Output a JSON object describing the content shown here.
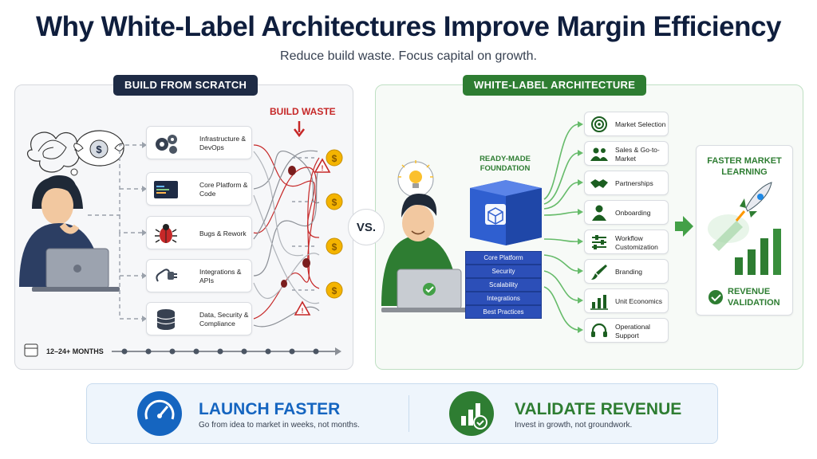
{
  "title": "Why White-Label Architectures Improve Margin Efficiency",
  "subtitle": "Reduce build waste. Focus capital on growth.",
  "left_panel": {
    "tag": "BUILD FROM SCRATCH",
    "waste_label": "BUILD WASTE",
    "timeline_label": "12–24+ MONTHS",
    "items": [
      {
        "label": "Infrastructure & DevOps",
        "icon": "gears-icon"
      },
      {
        "label": "Core Platform & Code",
        "icon": "code-window-icon"
      },
      {
        "label": "Bugs & Rework",
        "icon": "bug-icon"
      },
      {
        "label": "Integrations & APIs",
        "icon": "plug-icon"
      },
      {
        "label": "Data, Security & Compliance",
        "icon": "database-icon"
      }
    ]
  },
  "vs_label": "VS.",
  "right_panel": {
    "tag": "WHITE-LABEL ARCHITECTURE",
    "foundation_label": "READY-MADE FOUNDATION",
    "stack_layers": [
      "Core Platform",
      "Security",
      "Scalability",
      "Integrations",
      "Best Practices"
    ],
    "items": [
      {
        "label": "Market Selection",
        "icon": "target-icon"
      },
      {
        "label": "Sales & Go-to-Market",
        "icon": "people-icon"
      },
      {
        "label": "Partnerships",
        "icon": "handshake-icon"
      },
      {
        "label": "Onboarding",
        "icon": "person-icon"
      },
      {
        "label": "Workflow Customization",
        "icon": "sliders-icon"
      },
      {
        "label": "Branding",
        "icon": "brush-icon"
      },
      {
        "label": "Unit Economics",
        "icon": "bar-chart-icon"
      },
      {
        "label": "Operational Support",
        "icon": "headset-icon"
      }
    ],
    "outcome_top": "FASTER MARKET LEARNING",
    "outcome_bottom": "REVENUE VALIDATION"
  },
  "bottom": {
    "launch_title": "LAUNCH FASTER",
    "launch_sub": "Go from idea to market in weeks, not months.",
    "validate_title": "VALIDATE REVENUE",
    "validate_sub": "Invest in growth, not groundwork."
  },
  "colors": {
    "navy": "#0f1e3d",
    "green": "#2e7d32",
    "blue": "#1565c0",
    "red": "#c62828",
    "coin": "#f4b400"
  }
}
